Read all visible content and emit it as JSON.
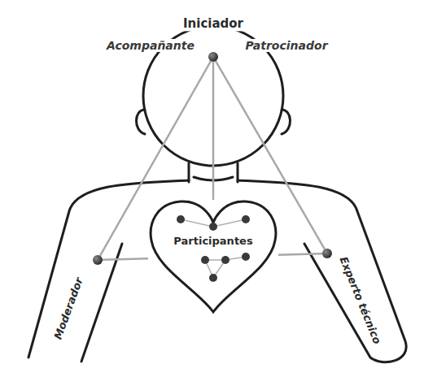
{
  "diagram": {
    "nodes": [
      {
        "text": [
          "Iniciador"
        ]
      },
      {
        "text": [
          "Participantes"
        ]
      },
      {
        "text": [
          "Moderador"
        ]
      },
      {
        "text": [
          "Experto técnico"
        ]
      }
    ],
    "edges": [
      {
        "from": 0,
        "to": 1,
        "arrow": "none"
      },
      {
        "from": 0,
        "to": 2,
        "arrow": "none"
      },
      {
        "from": 0,
        "to": 3,
        "arrow": "none"
      },
      {
        "from": 2,
        "to": 1,
        "arrow": "none"
      },
      {
        "from": 3,
        "to": 1,
        "arrow": "none"
      }
    ],
    "labels": [
      "Acompañante",
      "Patrocinador"
    ]
  }
}
